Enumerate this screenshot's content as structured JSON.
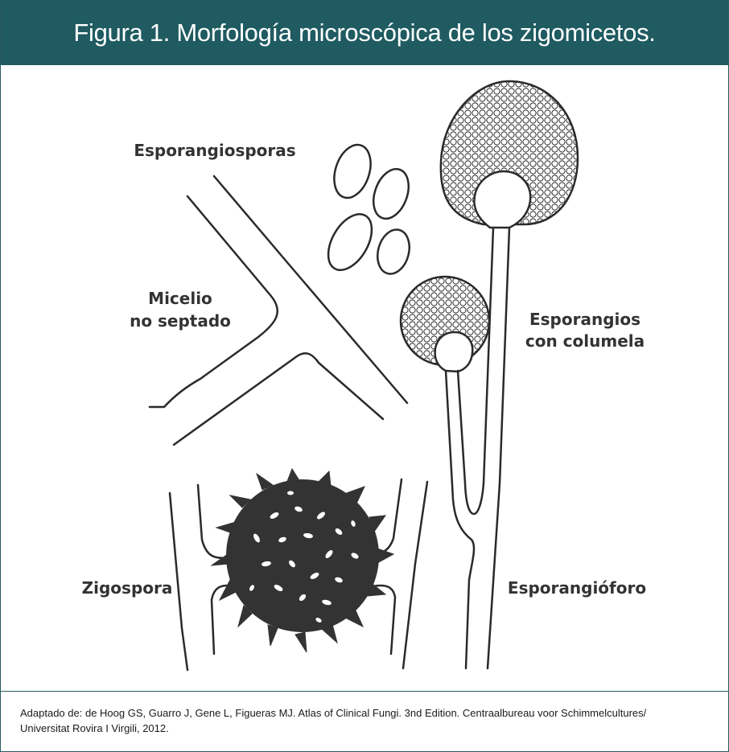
{
  "header": {
    "title": "Figura 1. Morfología microscópica de los zigomicetos."
  },
  "labels": {
    "esporangiosporas": "Esporangiosporas",
    "micelio_line1": "Micelio",
    "micelio_line2": "no septado",
    "esporangios_line1": "Esporangios",
    "esporangios_line2": "con columela",
    "zigospora": "Zigospora",
    "esporangioforo": "Esporangióforo"
  },
  "caption": {
    "line1": "Adaptado de: de Hoog GS, Guarro J, Gene L, Figueras MJ. Atlas of Clinical Fungi. 3nd Edition. Centraalbureau voor Schimmelcultures/",
    "line2": "Universitat Rovira I Virgili, 2012."
  },
  "colors": {
    "header_bg": "#1f5b61",
    "line": "#2a2a2a",
    "zygospore_fill": "#333333"
  }
}
